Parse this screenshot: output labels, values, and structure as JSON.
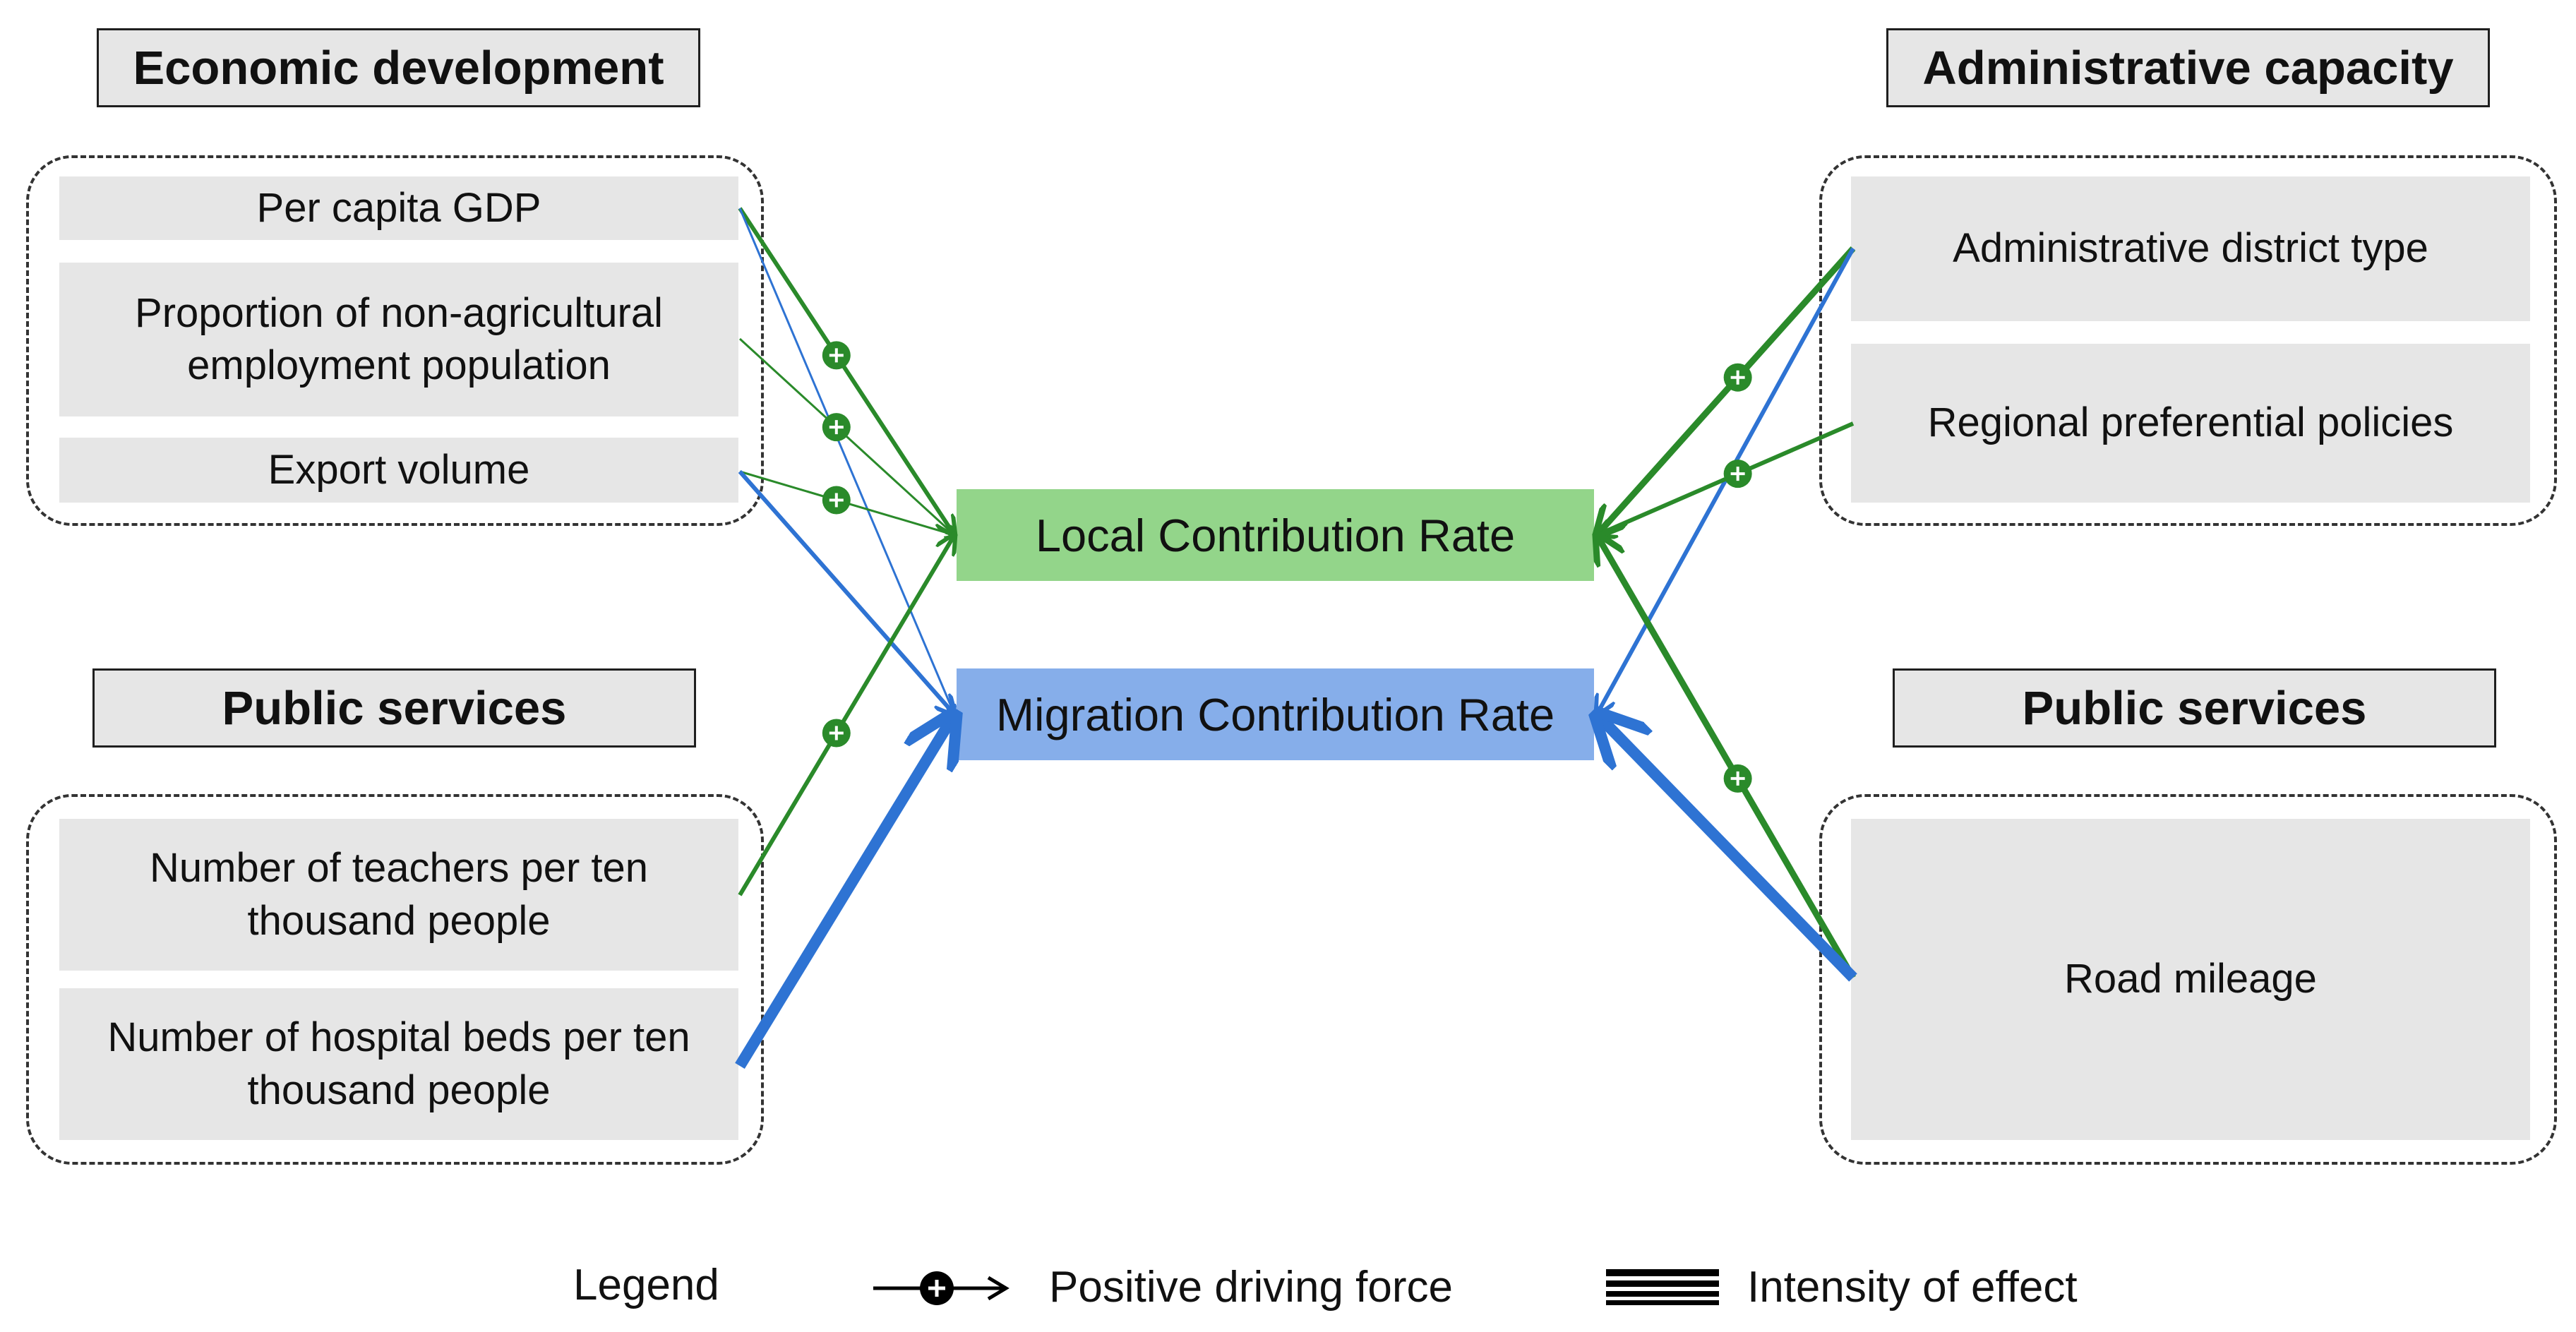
{
  "groups": {
    "economic": {
      "title": "Economic development",
      "factors": [
        "Per capita GDP",
        "Proportion of non-agricultural employment population",
        "Export volume"
      ]
    },
    "admin": {
      "title": "Administrative capacity",
      "factors": [
        "Administrative district type",
        "Regional preferential policies"
      ]
    },
    "public_left": {
      "title": "Public services",
      "factors": [
        "Number of teachers per ten thousand people",
        "Number of hospital beds per ten thousand people"
      ]
    },
    "public_right": {
      "title": "Public services",
      "factors": [
        "Road mileage"
      ]
    }
  },
  "targets": {
    "local": "Local Contribution Rate",
    "migration": "Migration Contribution Rate"
  },
  "colors": {
    "local": "#2a8a2a",
    "migration": "#2e73d3",
    "local_box": "#93d58a",
    "migration_box": "#86aeea"
  },
  "links": [
    {
      "from": "Per capita GDP",
      "to": "local",
      "intensity": 2,
      "positive": true
    },
    {
      "from": "Per capita GDP",
      "to": "migration",
      "intensity": 1,
      "positive": false
    },
    {
      "from": "Proportion of non-agricultural employment population",
      "to": "local",
      "intensity": 1,
      "positive": true
    },
    {
      "from": "Export volume",
      "to": "local",
      "intensity": 1,
      "positive": true
    },
    {
      "from": "Export volume",
      "to": "migration",
      "intensity": 2,
      "positive": false
    },
    {
      "from": "Number of teachers per ten thousand people",
      "to": "local",
      "intensity": 2,
      "positive": true
    },
    {
      "from": "Number of hospital beds per ten thousand people",
      "to": "migration",
      "intensity": 4,
      "positive": false
    },
    {
      "from": "Administrative district type",
      "to": "local",
      "intensity": 3,
      "positive": true
    },
    {
      "from": "Administrative district type",
      "to": "migration",
      "intensity": 2,
      "positive": false
    },
    {
      "from": "Regional preferential policies",
      "to": "local",
      "intensity": 2,
      "positive": true
    },
    {
      "from": "Road mileage",
      "to": "local",
      "intensity": 3,
      "positive": true
    },
    {
      "from": "Road mileage",
      "to": "migration",
      "intensity": 4,
      "positive": false
    }
  ],
  "legend": {
    "title": "Legend",
    "positive_label": "Positive driving force",
    "intensity_label": "Intensity of effect"
  }
}
